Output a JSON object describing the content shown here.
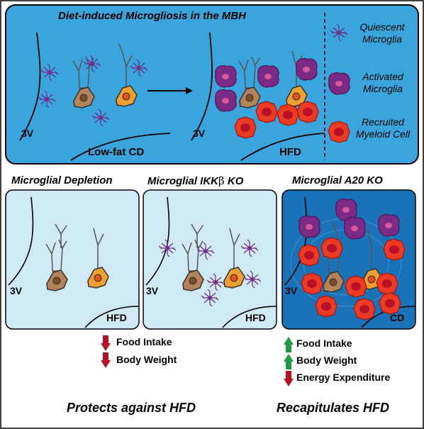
{
  "colors": {
    "top_panel": "#3aa5dd",
    "light_panel": "#cfe9f5",
    "dark_panel": "#1a73b8",
    "neuron_tan": "#b5835a",
    "neuron_orange": "#f0a030",
    "activated_microglia": "#7b2a86",
    "recruited_cell": "#ee3a22",
    "arrow_up": "#1e9a45",
    "arrow_down": "#b5122a"
  },
  "top": {
    "title": "Diet-induced Microgliosis in the MBH",
    "left_ventricle": "3V",
    "left_condition": "Low-fat CD",
    "right_ventricle": "3V",
    "right_condition": "HFD"
  },
  "legend": {
    "quiescent": "Quiescent Microglia",
    "activated": "Activated Microglia",
    "recruited": "Recruited Myeloid Cell"
  },
  "panels": {
    "depletion": {
      "title": "Microglial Depletion",
      "ventricle": "3V",
      "condition": "HFD"
    },
    "ikk": {
      "title_prefix": "Microglial IKK",
      "title_symbol": "β",
      "title_suffix": " KO",
      "ventricle": "3V",
      "condition": "HFD"
    },
    "a20": {
      "title": "Microglial A20 KO",
      "ventricle": "3V",
      "condition": "CD"
    }
  },
  "outcomes": {
    "protect": {
      "items": [
        {
          "label": "Food Intake",
          "direction": "down"
        },
        {
          "label": "Body Weight",
          "direction": "down"
        }
      ],
      "summary": "Protects against HFD"
    },
    "recap": {
      "items": [
        {
          "label": "Food Intake",
          "direction": "up"
        },
        {
          "label": "Body Weight",
          "direction": "up"
        },
        {
          "label": "Energy Expenditure",
          "direction": "down"
        }
      ],
      "summary": "Recapitulates HFD"
    }
  }
}
